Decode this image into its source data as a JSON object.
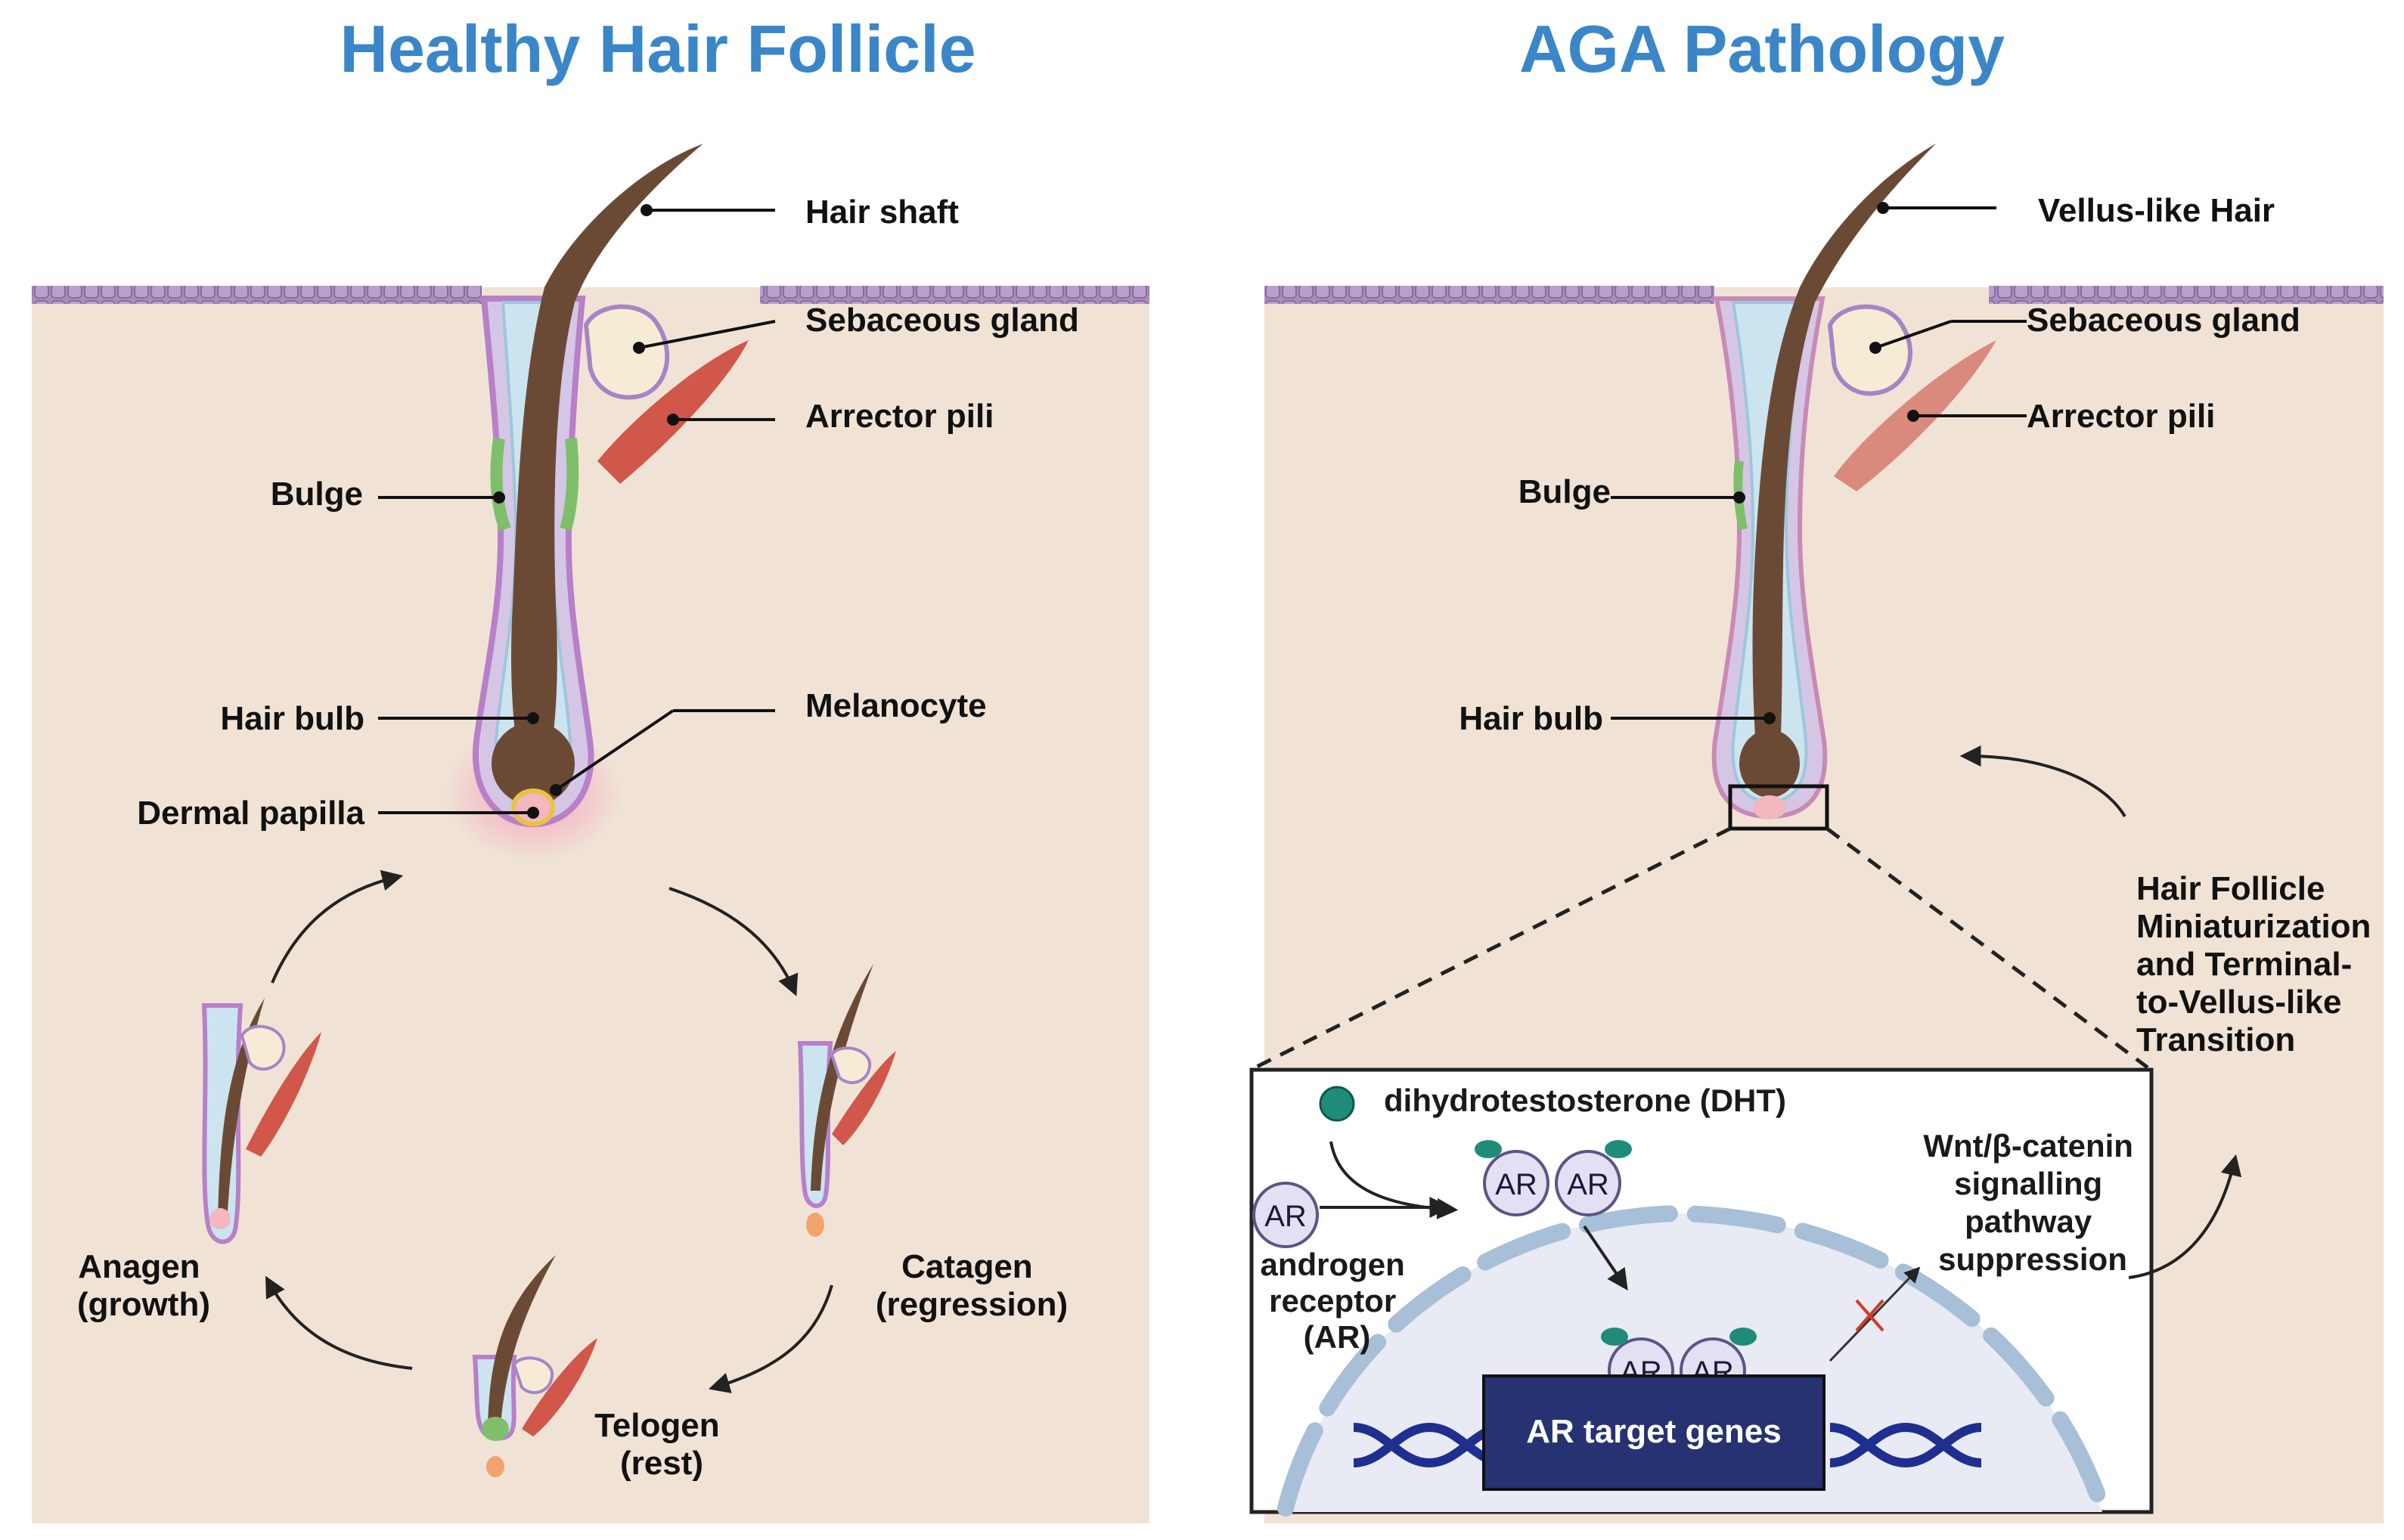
{
  "colors": {
    "title": "#3a86c8",
    "skin": "#f0e3d6",
    "epidermis": "#9b7fb0",
    "hair": "#6b4a35",
    "muscle": "#d0574a",
    "dna": "#1f2f8f",
    "gene_box": "#263271",
    "dht": "#1f8c7a",
    "receptor": "#e4e0f4"
  },
  "left_panel": {
    "title": "Healthy Hair Follicle",
    "labels": {
      "hair_shaft": "Hair shaft",
      "sebaceous_gland": "Sebaceous gland",
      "arrector_pili": "Arrector pili",
      "bulge": "Bulge",
      "melanocyte": "Melanocyte",
      "hair_bulb": "Hair bulb",
      "dermal_papilla": "Dermal papilla"
    },
    "cycle": {
      "anagen": [
        "Anagen",
        "(growth)"
      ],
      "catagen": [
        "Catagen",
        "(regression)"
      ],
      "telogen": [
        "Telogen",
        "(rest)"
      ]
    }
  },
  "right_panel": {
    "title": "AGA Pathology",
    "labels": {
      "vellus_hair": "Vellus-like Hair",
      "sebaceous_gland": "Sebaceous gland",
      "arrector_pili": "Arrector pili",
      "bulge": "Bulge",
      "hair_bulb": "Hair bulb"
    },
    "miniaturization": [
      "Hair Follicle",
      "Miniaturization",
      "and Terminal-",
      "to-Vellus-like",
      "Transition"
    ],
    "inset": {
      "dht": "dihydrotestosterone (DHT)",
      "ar_symbol": "AR",
      "androgen_receptor": [
        "androgen",
        "receptor",
        "(AR)"
      ],
      "wnt": [
        "Wnt/β-catenin",
        "signalling",
        "pathway",
        "suppression"
      ],
      "target_genes": "AR target genes"
    }
  }
}
